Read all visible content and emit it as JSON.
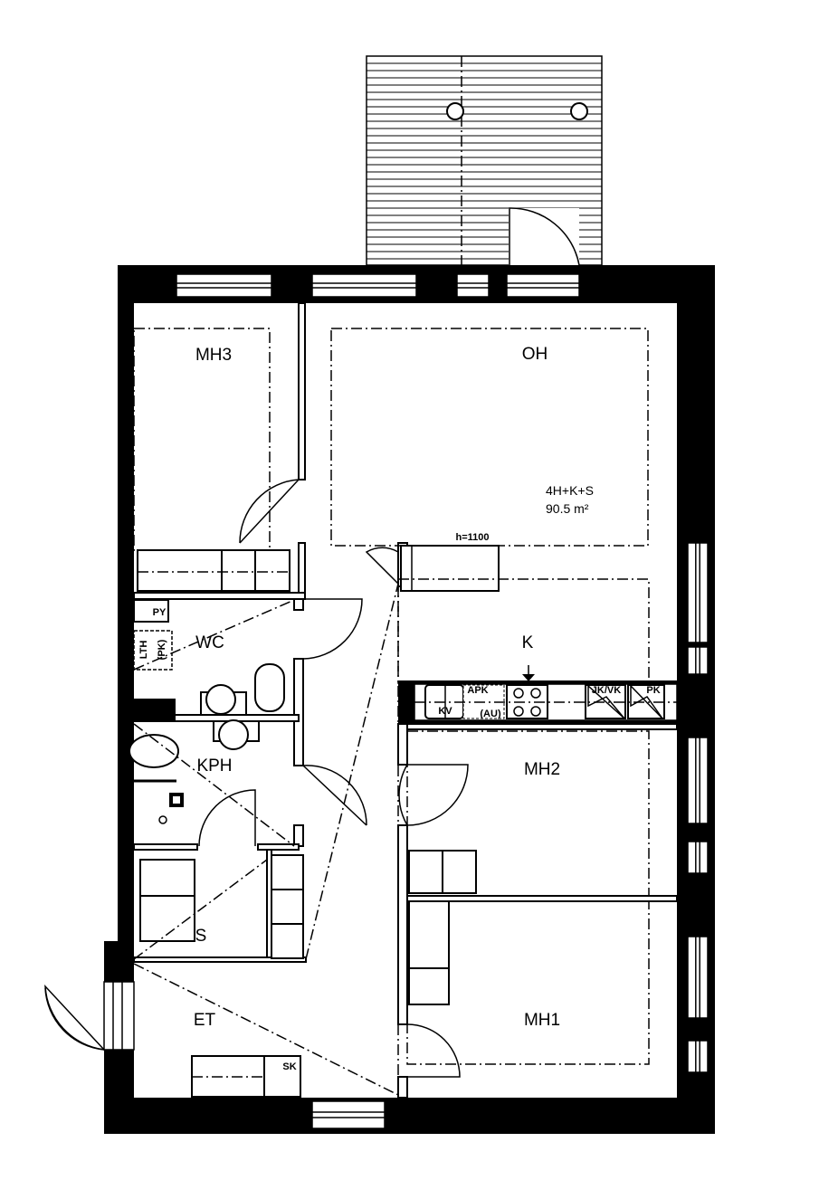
{
  "plan": {
    "apartment_type": "4H+K+S",
    "area": "90.5  m²",
    "counter_height": "h=1100",
    "wall_color": "#000000",
    "background_color": "#ffffff"
  },
  "rooms": {
    "mh3": "MH3",
    "oh": "OH",
    "k": "K",
    "wc": "WC",
    "kph": "KPH",
    "mh2": "MH2",
    "s": "S",
    "et": "ET",
    "mh1": "MH1"
  },
  "fixtures": {
    "py": "PY",
    "lth": "LTH",
    "pk_small": "(PK)",
    "apk": "APK",
    "au": "(AU)",
    "kv": "KV",
    "jkvk": "JK/VK",
    "pk": "PK",
    "sk": "SK"
  }
}
